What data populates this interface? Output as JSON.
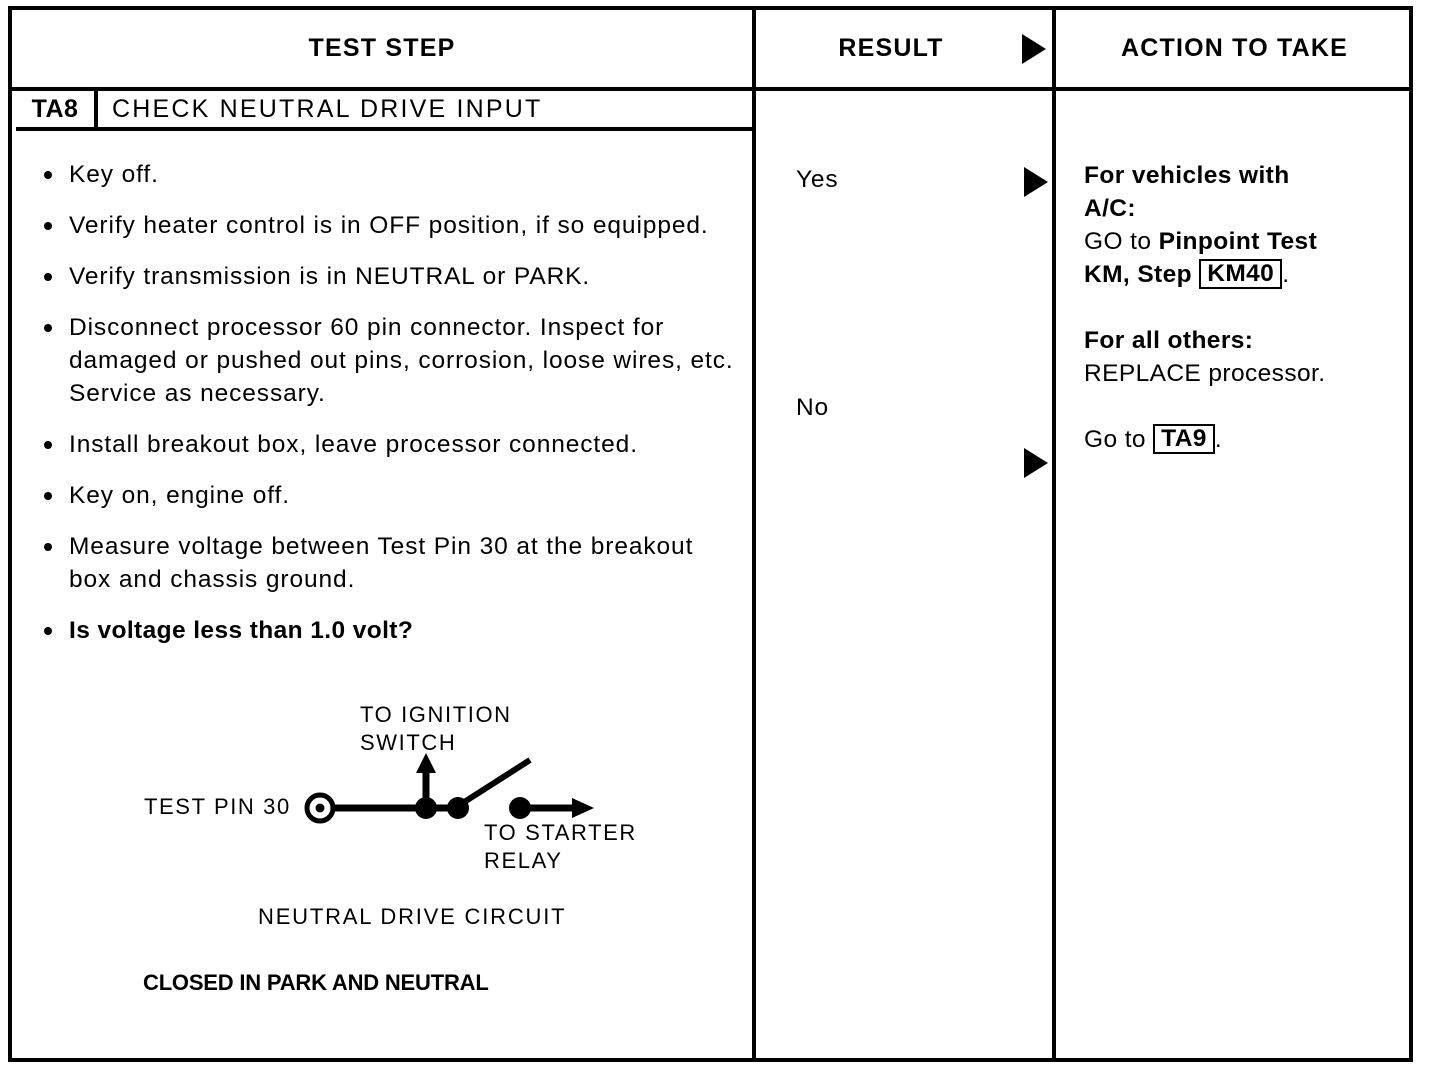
{
  "table": {
    "headers": {
      "test_step": "TEST STEP",
      "result": "RESULT",
      "action": "ACTION TO TAKE",
      "result_arrow_icon": "right-triangle-icon"
    },
    "step": {
      "id": "TA8",
      "title": "CHECK NEUTRAL DRIVE INPUT",
      "items": [
        {
          "text": "Key off.",
          "bold": false
        },
        {
          "text": "Verify heater control is in OFF position, if so equipped.",
          "bold": false
        },
        {
          "text": "Verify transmission is in NEUTRAL or PARK.",
          "bold": false
        },
        {
          "text": "Disconnect processor 60 pin connector. Inspect for damaged or pushed out pins, corrosion, loose wires, etc. Service as necessary.",
          "bold": false
        },
        {
          "text": "Install breakout box, leave processor connected.",
          "bold": false
        },
        {
          "text": "Key on, engine off.",
          "bold": false
        },
        {
          "text": "Measure voltage between Test Pin 30 at the breakout box and chassis ground.",
          "bold": false
        },
        {
          "text": "Is voltage less than 1.0 volt?",
          "bold": true
        }
      ]
    },
    "diagram": {
      "label_ignition_line1": "TO IGNITION",
      "label_ignition_line2": "SWITCH",
      "label_test_pin": "TEST PIN 30",
      "label_starter_line1": "TO STARTER",
      "label_starter_line2": "RELAY",
      "caption": "NEUTRAL DRIVE CIRCUIT",
      "note": "CLOSED IN PARK AND NEUTRAL"
    },
    "results": [
      {
        "label": "Yes"
      },
      {
        "label": "No"
      }
    ],
    "actions": {
      "yes": {
        "heading_line1": "For vehicles with",
        "heading_line2": "A/C:",
        "go_prefix": "GO",
        "go_to": "to",
        "pinpoint_test": "Pinpoint Test",
        "km_step": "KM, Step",
        "km_ref": "KM40",
        "period": ".",
        "others_heading": "For all others:",
        "others_text": "REPLACE processor."
      },
      "no": {
        "go_text": "Go  to",
        "ref": "TA9",
        "period": "."
      }
    }
  },
  "colors": {
    "ink": "#000000",
    "paper": "#ffffff"
  }
}
